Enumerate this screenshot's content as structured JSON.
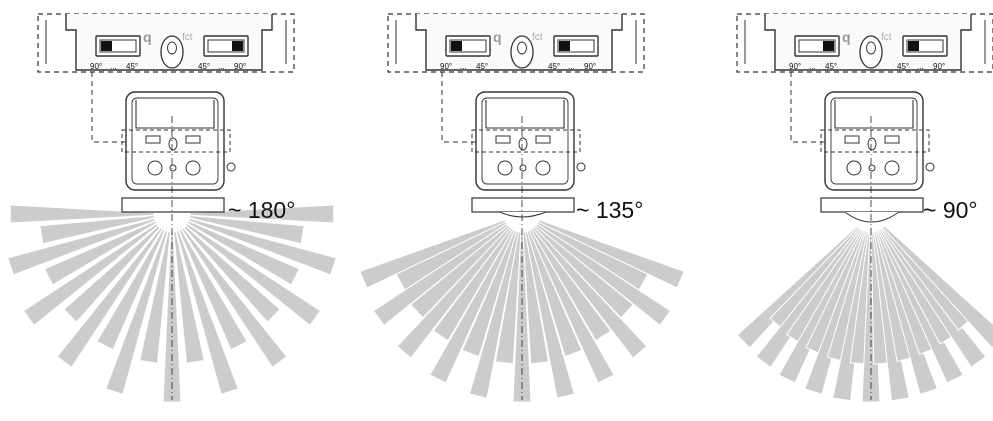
{
  "brand": {
    "letter": "q",
    "text": "fct"
  },
  "colors": {
    "fan_fill": "#cccccc",
    "fan_stroke": "#ffffff",
    "line": "#333333",
    "device_fill": "#ffffff",
    "panel_fill": "#fafafa"
  },
  "panels": [
    {
      "id": "180",
      "coverage_label": "~ 180°",
      "spread_degrees": 180,
      "left_switch": {
        "tick_left": "90°",
        "dots": "...",
        "tick_right": "45°",
        "selected": "90°"
      },
      "right_switch": {
        "tick_left": "45°",
        "dots": "...",
        "tick_right": "90°",
        "selected": "90°"
      }
    },
    {
      "id": "135",
      "coverage_label": "~ 135°",
      "spread_degrees": 135,
      "left_switch": {
        "tick_left": "90°",
        "dots": "...",
        "tick_right": "45°",
        "selected": "90°"
      },
      "right_switch": {
        "tick_left": "45°",
        "dots": "...",
        "tick_right": "90°",
        "selected": "45°"
      }
    },
    {
      "id": "90",
      "coverage_label": "~ 90°",
      "spread_degrees": 90,
      "left_switch": {
        "tick_left": "90°",
        "dots": "...",
        "tick_right": "45°",
        "selected": "45°"
      },
      "right_switch": {
        "tick_left": "45°",
        "dots": "...",
        "tick_right": "90°",
        "selected": "45°"
      }
    }
  ]
}
